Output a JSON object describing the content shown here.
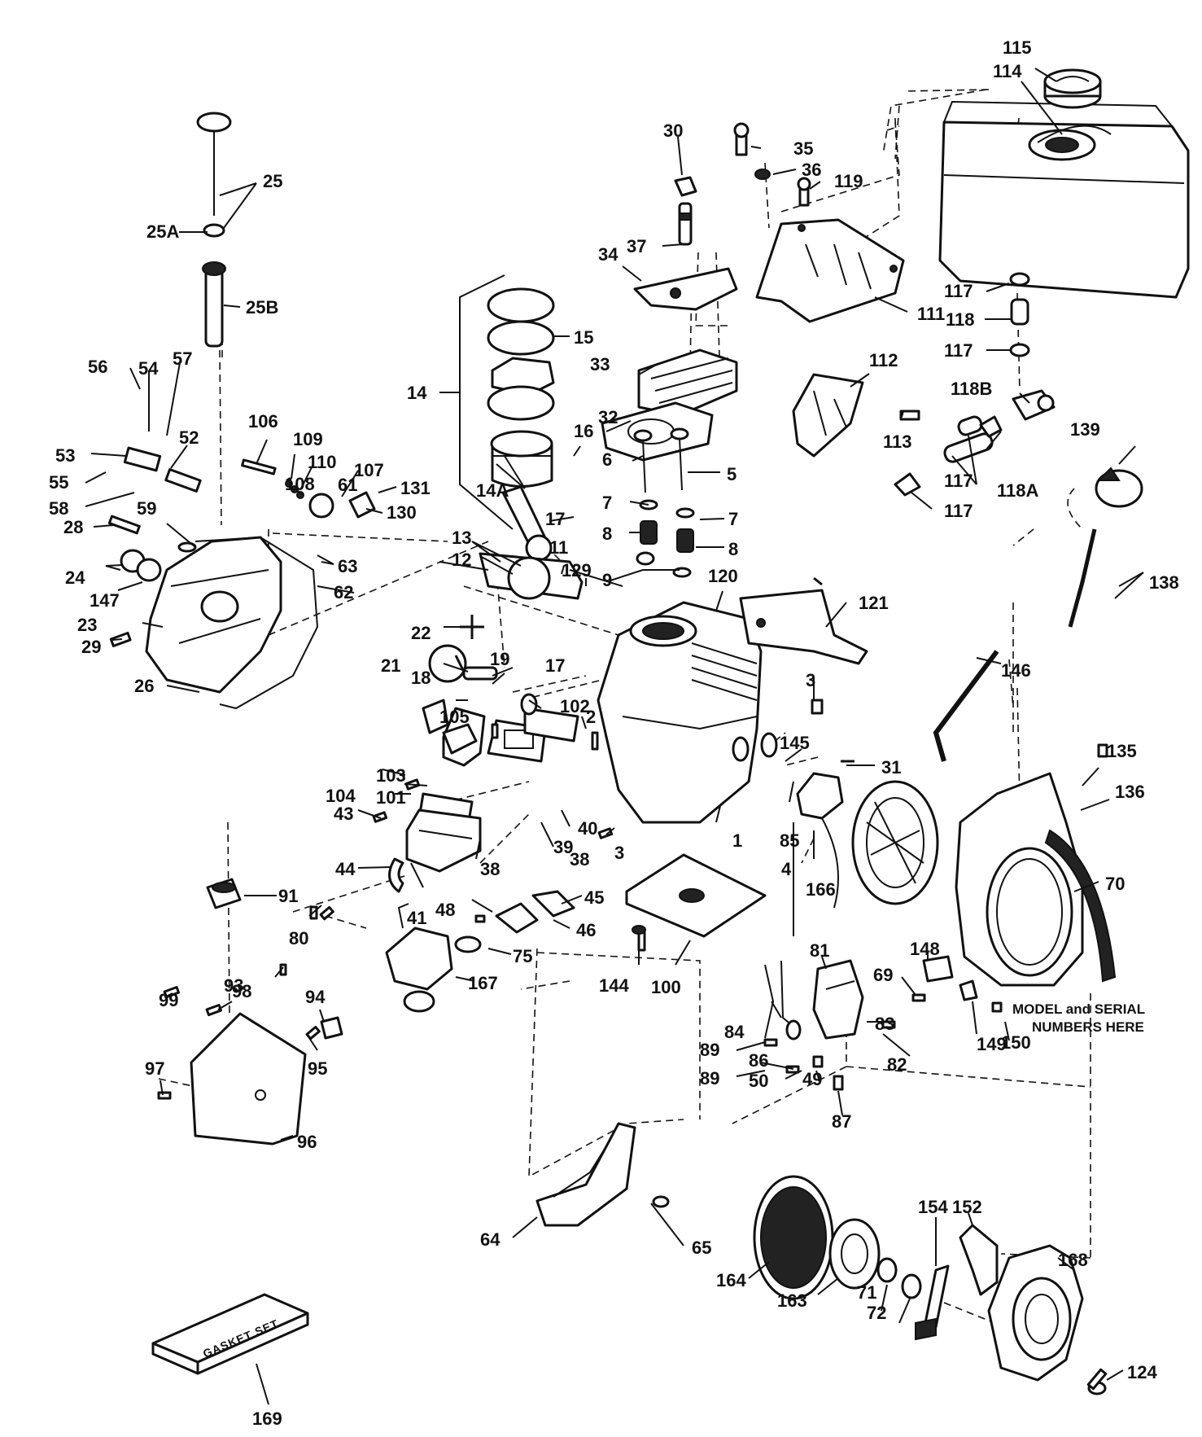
{
  "labels": [
    "115",
    "114",
    "30",
    "35",
    "36",
    "119",
    "25",
    "25A",
    "37",
    "34",
    "111",
    "25B",
    "15",
    "117",
    "118",
    "117",
    "118B",
    "112",
    "33",
    "113",
    "139",
    "117",
    "118A",
    "117",
    "14",
    "32",
    "16",
    "6",
    "5",
    "14A",
    "17",
    "7",
    "7",
    "8",
    "8",
    "9",
    "56",
    "54",
    "57",
    "53",
    "55",
    "58",
    "52",
    "106",
    "109",
    "110",
    "107",
    "108",
    "131",
    "130",
    "28",
    "59",
    "61",
    "63",
    "62",
    "24",
    "147",
    "23",
    "29",
    "26",
    "13",
    "12",
    "11",
    "129",
    "120",
    "121",
    "138",
    "22",
    "21",
    "19",
    "17",
    "102",
    "18",
    "105",
    "3",
    "146",
    "2",
    "145",
    "31",
    "103",
    "101",
    "104",
    "43",
    "44",
    "38",
    "39",
    "40",
    "38",
    "3",
    "1",
    "4",
    "166",
    "135",
    "136",
    "70",
    "91",
    "80",
    "48",
    "45",
    "46",
    "75",
    "41",
    "98",
    "99",
    "93",
    "94",
    "95",
    "97",
    "96",
    "167",
    "100",
    "144",
    "85",
    "81",
    "148",
    "69",
    "84",
    "83",
    "149",
    "150",
    "89",
    "86",
    "82",
    "89",
    "50",
    "49",
    "87",
    "64",
    "65",
    "164",
    "163",
    "71",
    "72",
    "154",
    "152",
    "168",
    "124",
    "169"
  ],
  "note": [
    "MODEL and SERIAL",
    "NUMBERS HERE"
  ],
  "kit_text": "GASKET SET"
}
